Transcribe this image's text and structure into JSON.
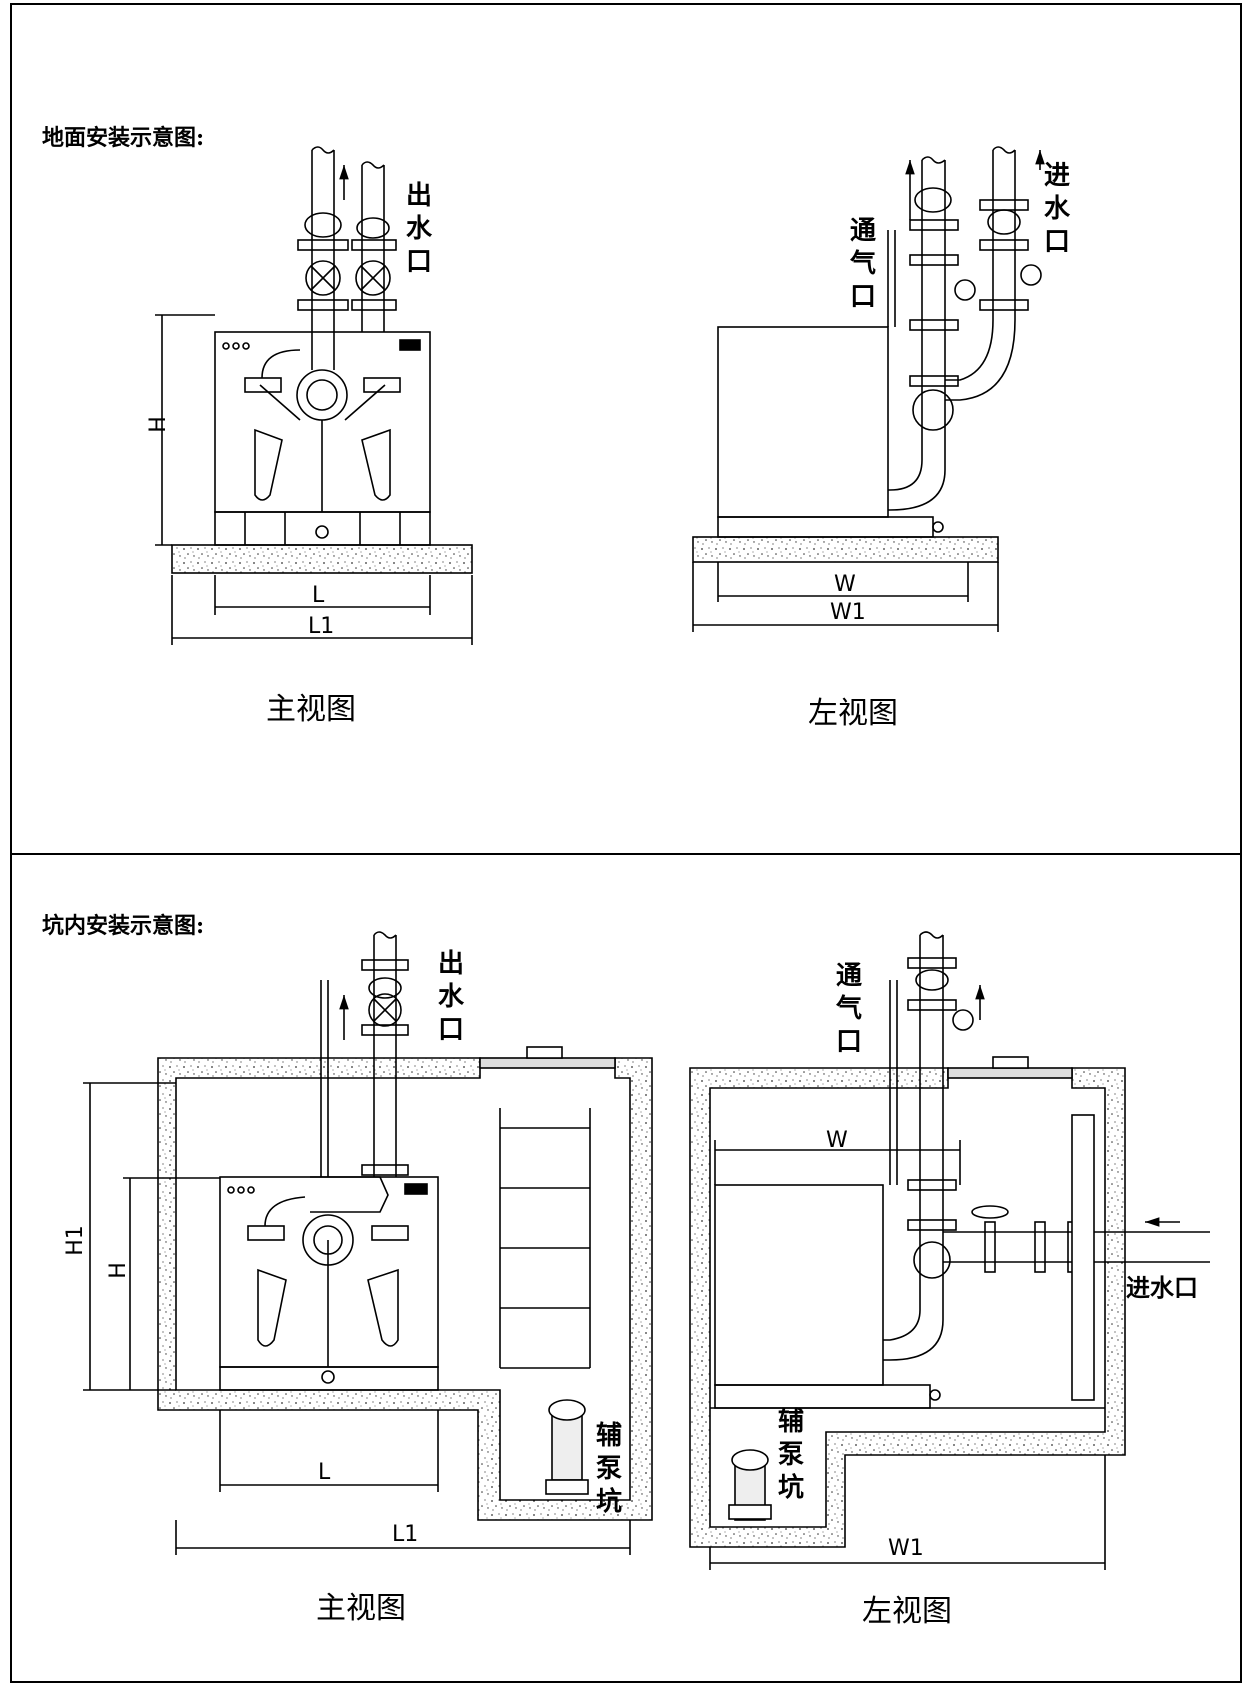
{
  "sections": [
    {
      "title": "地面安装示意图:",
      "front_label": "主视图",
      "side_label": "左视图"
    },
    {
      "title": "坑内安装示意图:",
      "front_label": "主视图",
      "side_label": "左视图"
    }
  ],
  "labels": {
    "outlet": [
      "出",
      "水",
      "口"
    ],
    "inlet": [
      "进",
      "水",
      "口"
    ],
    "vent": [
      "通",
      "气",
      "口"
    ],
    "inlet_h": "进水口",
    "aux_pit": [
      "辅",
      "泵",
      "坑"
    ]
  },
  "dims": {
    "H": "H",
    "H1": "H1",
    "L": "L",
    "L1": "L1",
    "W": "W",
    "W1": "W1"
  }
}
